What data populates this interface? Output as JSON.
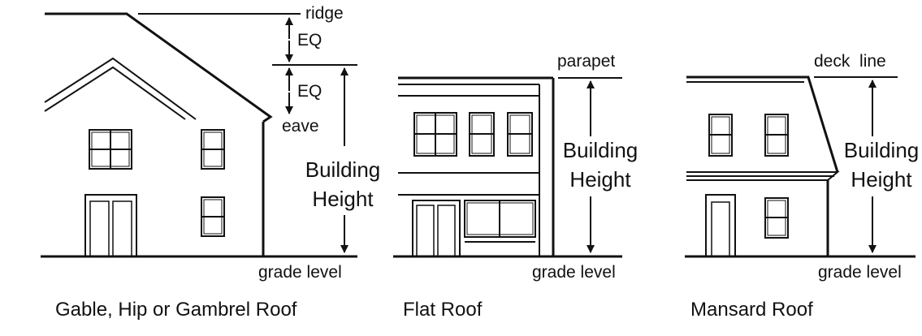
{
  "gable": {
    "caption": "Gable, Hip or Gambrel Roof",
    "ridge": "ridge",
    "eq_top": "EQ",
    "eq_bottom": "EQ",
    "eave": "eave",
    "height_line1": "Building",
    "height_line2": "Height",
    "grade": "grade level"
  },
  "flat": {
    "caption": "Flat Roof",
    "parapet": "parapet",
    "height_line1": "Building",
    "height_line2": "Height",
    "grade": "grade level"
  },
  "mansard": {
    "caption": "Mansard Roof",
    "deck_line": "deck  line",
    "height_line1": "Building",
    "height_line2": "Height",
    "grade": "grade level"
  },
  "colors": {
    "ink": "#111111",
    "background": "#ffffff"
  }
}
